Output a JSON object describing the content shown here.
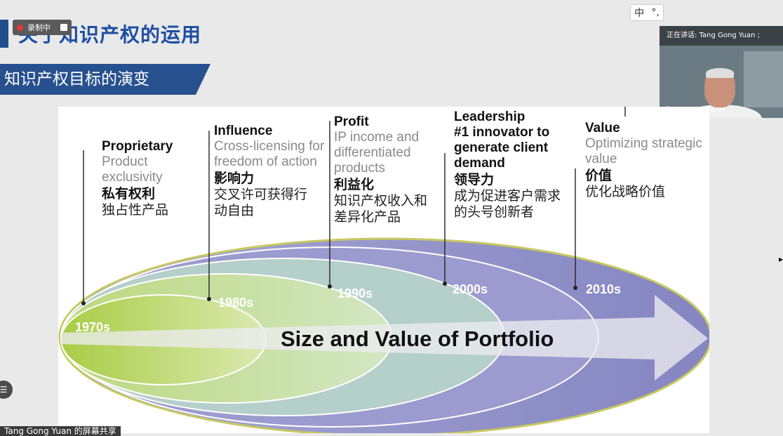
{
  "slide": {
    "title": "关于知识产权的运用",
    "subtitle": "知识产权目标的演变"
  },
  "recording": {
    "label": "录制中"
  },
  "ime": {
    "mode": "中",
    "punct": "°,"
  },
  "video": {
    "speaking_label": "正在讲话: Tang Gong Yuan ;",
    "participant": "Tang Gong Yuan"
  },
  "share": {
    "label": "Tang Gong Yuan 的屏幕共享"
  },
  "side_button": {
    "label": "☰"
  },
  "chart_data": {
    "type": "diagram",
    "center_label": "Size and Value of Portfolio",
    "decades": [
      "1970s",
      "1980s",
      "1990s",
      "2000s",
      "2010s"
    ],
    "stages": [
      {
        "en_title": "Proprietary",
        "en_desc": "Product exclusivity",
        "zh_title": "私有权利",
        "zh_desc": "独占性产品"
      },
      {
        "en_title": "Influence",
        "en_desc": "Cross-licensing for freedom of action",
        "zh_title": "影响力",
        "zh_desc": "交叉许可获得行动自由"
      },
      {
        "en_title": "Profit",
        "en_desc": "IP income and differentiated products",
        "zh_title": "利益化",
        "zh_desc": "知识产权收入和差异化产品"
      },
      {
        "en_title": "Leadership",
        "en_bold": "#1 innovator to generate client demand",
        "zh_title": "领导力",
        "zh_desc": "成为促进客户需求的头号创新者"
      },
      {
        "en_title": "Value",
        "en_desc": "Optimizing strategic value",
        "zh_title": "价值",
        "zh_desc": "优化战略价值"
      }
    ],
    "colors": {
      "outer": "#8f8fc6",
      "ring2": "#a8c8c4",
      "ring3": "#c3dd8e",
      "inner": "#b8d860",
      "arrow": "#e8e8ea"
    }
  }
}
